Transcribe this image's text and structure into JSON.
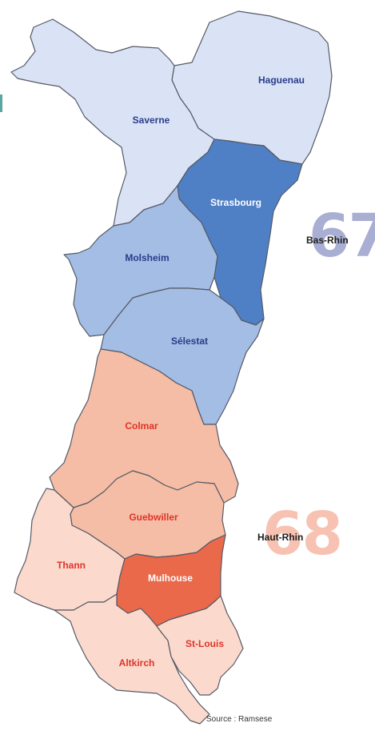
{
  "map": {
    "regions": {
      "haguenau": {
        "label": "Haguenau",
        "fill": "#d9e3f5"
      },
      "saverne": {
        "label": "Saverne",
        "fill": "#d9e3f5"
      },
      "strasbourg": {
        "label": "Strasbourg",
        "fill": "#4f7fc4"
      },
      "molsheim": {
        "label": "Molsheim",
        "fill": "#a3bde4"
      },
      "selestat": {
        "label": "Sélestat",
        "fill": "#a3bde4"
      },
      "colmar": {
        "label": "Colmar",
        "fill": "#f5bda5"
      },
      "guebwiller": {
        "label": "Guebwiller",
        "fill": "#f5bda5"
      },
      "thann": {
        "label": "Thann",
        "fill": "#fbd9cc"
      },
      "mulhouse": {
        "label": "Mulhouse",
        "fill": "#e9694a"
      },
      "altkirch": {
        "label": "Altkirch",
        "fill": "#fbd9cc"
      },
      "stlouis": {
        "label": "St-Louis",
        "fill": "#fbd9cc"
      }
    },
    "label_colors": {
      "bas_rhin": "#2a3c8c",
      "haut_rhin": "#e0342a",
      "on_dark": "#ffffff"
    },
    "departments": {
      "bas_rhin": {
        "number": "67",
        "name": "Bas-Rhin",
        "number_color": "#a9aed3"
      },
      "haut_rhin": {
        "number": "68",
        "name": "Haut-Rhin",
        "number_color": "#f7c2b2"
      }
    },
    "source": "Source : Ramsese"
  }
}
